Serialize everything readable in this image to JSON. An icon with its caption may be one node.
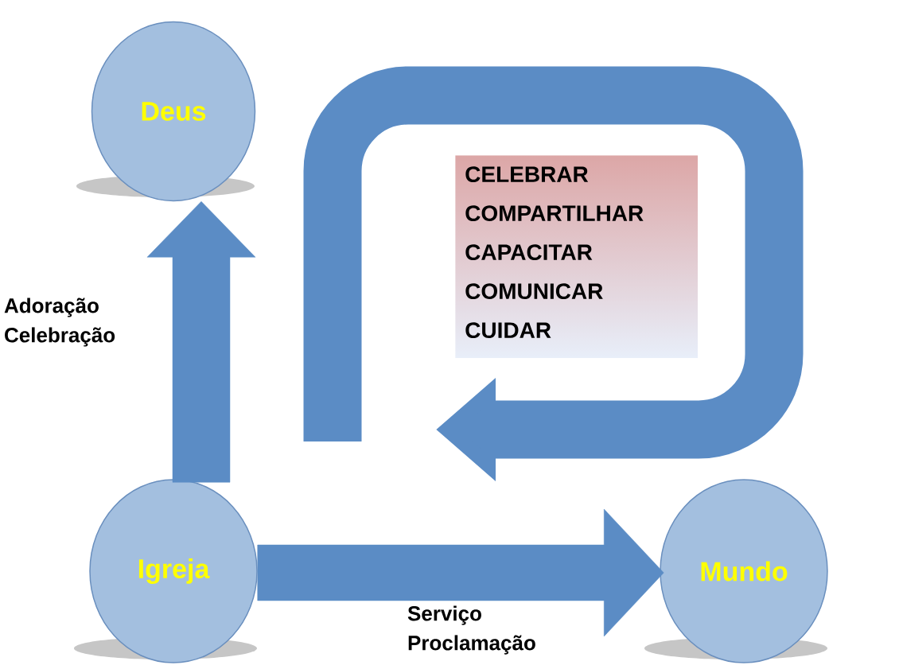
{
  "diagram": {
    "nodes": [
      {
        "text": [
          "Deus"
        ]
      },
      {
        "text": [
          "CELEBRAR",
          "COMPARTILHAR",
          "CAPACITAR",
          "COMUNICAR",
          "CUIDAR"
        ]
      },
      {
        "text": [
          "Igreja"
        ]
      },
      {
        "text": [
          "Mundo"
        ]
      }
    ],
    "edges": [
      {
        "from": 2,
        "to": 0,
        "arrow": "to",
        "label": "Adoração Celebração"
      },
      {
        "from": 2,
        "to": 3,
        "arrow": "to",
        "label": "Serviço Proclamação"
      }
    ]
  }
}
